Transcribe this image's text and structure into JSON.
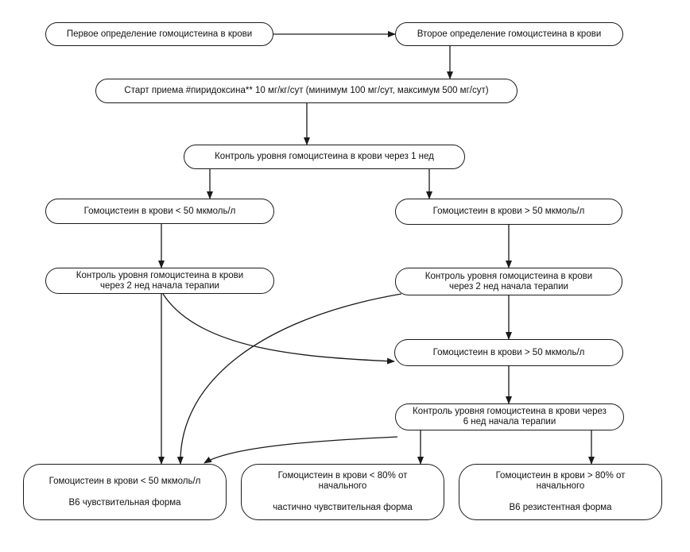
{
  "nodes": {
    "first_test": "Первое определение гомоцистеина в крови",
    "second_test": "Второе определение гомоцистеина в крови",
    "start_pyridoxine": "Старт приема #пиридоксина** 10 мг/кг/сут (минимум 100 мг/сут, максимум 500 мг/сут)",
    "control_1w": "Контроль уровня гомоцистеина в крови через 1 нед",
    "hcy_lt50_a": "Гомоцистеин в крови < 50 мкмоль/л",
    "hcy_gt50_a": "Гомоцистеин в крови > 50 мкмоль/л",
    "control_2w_left": {
      "line1": "Контроль уровня гомоцистеина в крови",
      "line2": "через 2 нед начала терапии"
    },
    "control_2w_right": {
      "line1": "Контроль уровня гомоцистеина в крови",
      "line2": "через 2 нед начала терапии"
    },
    "hcy_gt50_b": "Гомоцистеин в крови > 50 мкмоль/л",
    "control_6w": {
      "line1": "Контроль уровня гомоцистеина в крови через",
      "line2": "6 нед начала терапии"
    },
    "result_sensitive": {
      "line1": "Гомоцистеин в крови < 50 мкмоль/л",
      "line2": "В6 чувствительная форма"
    },
    "result_partial": {
      "line1": "Гомоцистеин в крови < 80% от",
      "line2": "начального",
      "line3": "частично чувствительная форма"
    },
    "result_resistant": {
      "line1": "Гомоцистеин в крови > 80% от",
      "line2": "начального",
      "line3": "В6 резистентная форма"
    }
  }
}
